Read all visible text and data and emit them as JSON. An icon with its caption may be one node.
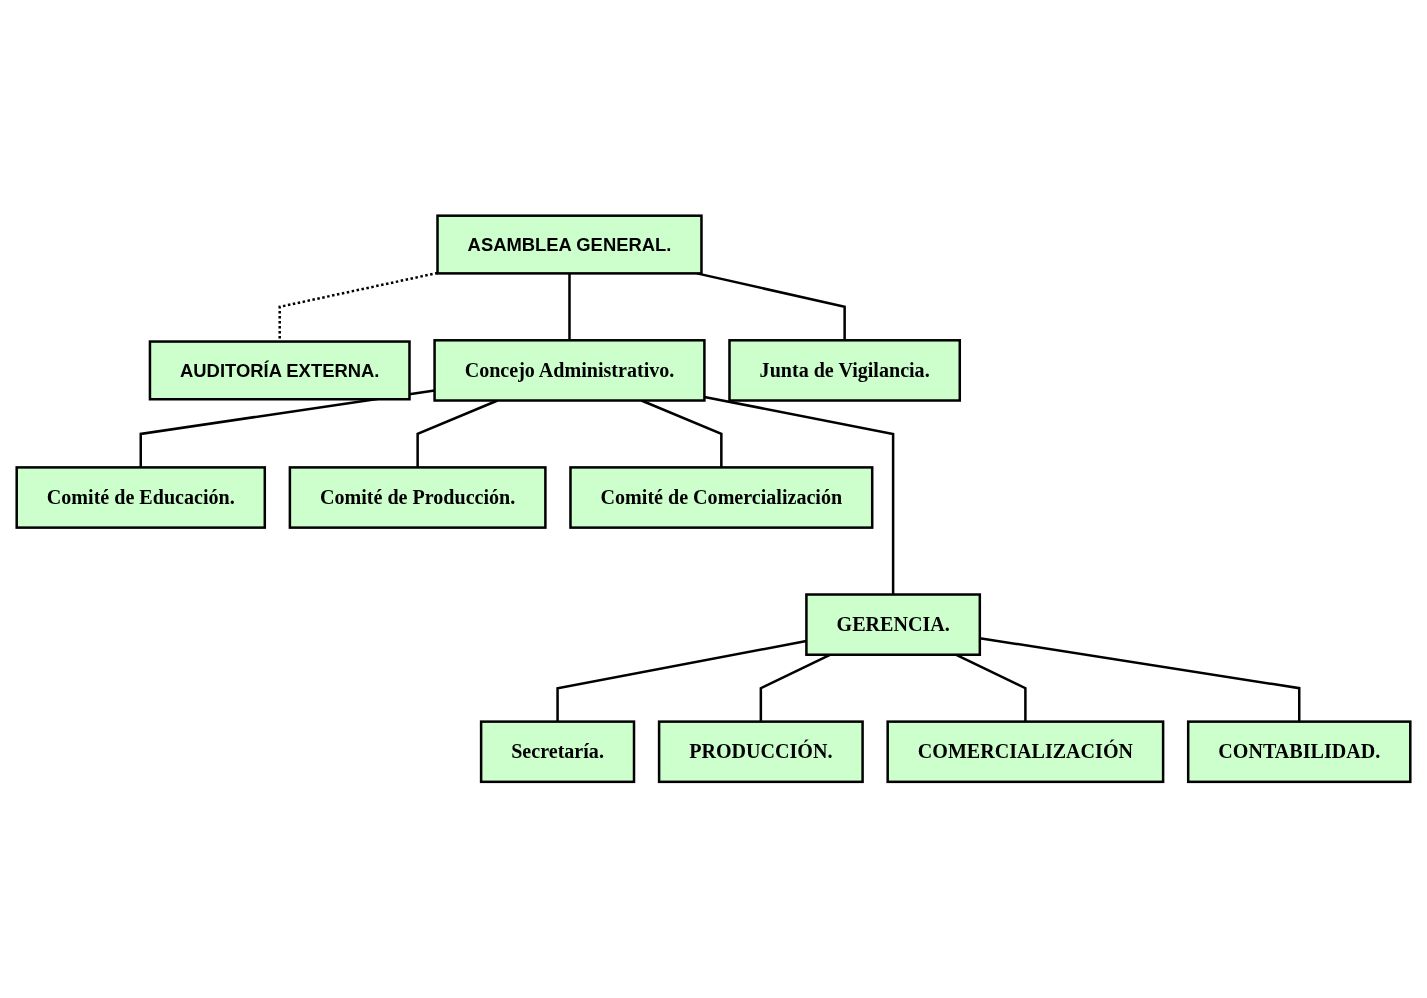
{
  "diagram": {
    "nodes": [
      {
        "text": [
          "ASAMBLEA GENERAL."
        ]
      },
      {
        "text": [
          "AUDITORÍA EXTERNA."
        ]
      },
      {
        "text": [
          "Concejo Administrativo."
        ]
      },
      {
        "text": [
          "Junta de Vigilancia."
        ]
      },
      {
        "text": [
          "Comité de Educación."
        ]
      },
      {
        "text": [
          "Comité de Producción."
        ]
      },
      {
        "text": [
          "Comité de Comercialización"
        ]
      },
      {
        "text": [
          "GERENCIA."
        ]
      },
      {
        "text": [
          "Secretaría."
        ]
      },
      {
        "text": [
          "PRODUCCIÓN."
        ]
      },
      {
        "text": [
          "COMERCIALIZACIÓN"
        ]
      },
      {
        "text": [
          "CONTABILIDAD."
        ]
      }
    ],
    "edges": [
      {
        "from": 0,
        "to": 1,
        "arrow": "none",
        "style": "dashed"
      },
      {
        "from": 0,
        "to": 2,
        "arrow": "none"
      },
      {
        "from": 0,
        "to": 3,
        "arrow": "none"
      },
      {
        "from": 2,
        "to": 4,
        "arrow": "none"
      },
      {
        "from": 2,
        "to": 5,
        "arrow": "none"
      },
      {
        "from": 2,
        "to": 6,
        "arrow": "none"
      },
      {
        "from": 2,
        "to": 7,
        "arrow": "none"
      },
      {
        "from": 7,
        "to": 8,
        "arrow": "none"
      },
      {
        "from": 7,
        "to": 9,
        "arrow": "none"
      },
      {
        "from": 7,
        "to": 10,
        "arrow": "none"
      },
      {
        "from": 7,
        "to": 11,
        "arrow": "none"
      }
    ]
  }
}
